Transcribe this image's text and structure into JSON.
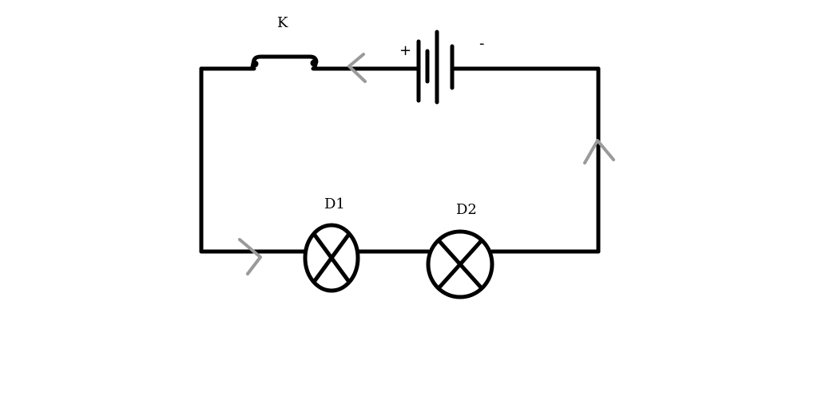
{
  "components": {
    "switch": {
      "label": "K"
    },
    "battery": {
      "plus_label": "+",
      "minus_label": "-"
    },
    "lamp_1": {
      "label": "D1"
    },
    "lamp_2": {
      "label": "D2"
    }
  },
  "colors": {
    "wire": "#000000",
    "current_arrow": "#9a9a9a",
    "background": "#ffffff"
  },
  "icons": {
    "lamp_symbol": "lamp-cross-icon",
    "battery_symbol": "battery-icon",
    "switch_symbol": "switch-icon",
    "direction_marker": "arrow-icon"
  }
}
